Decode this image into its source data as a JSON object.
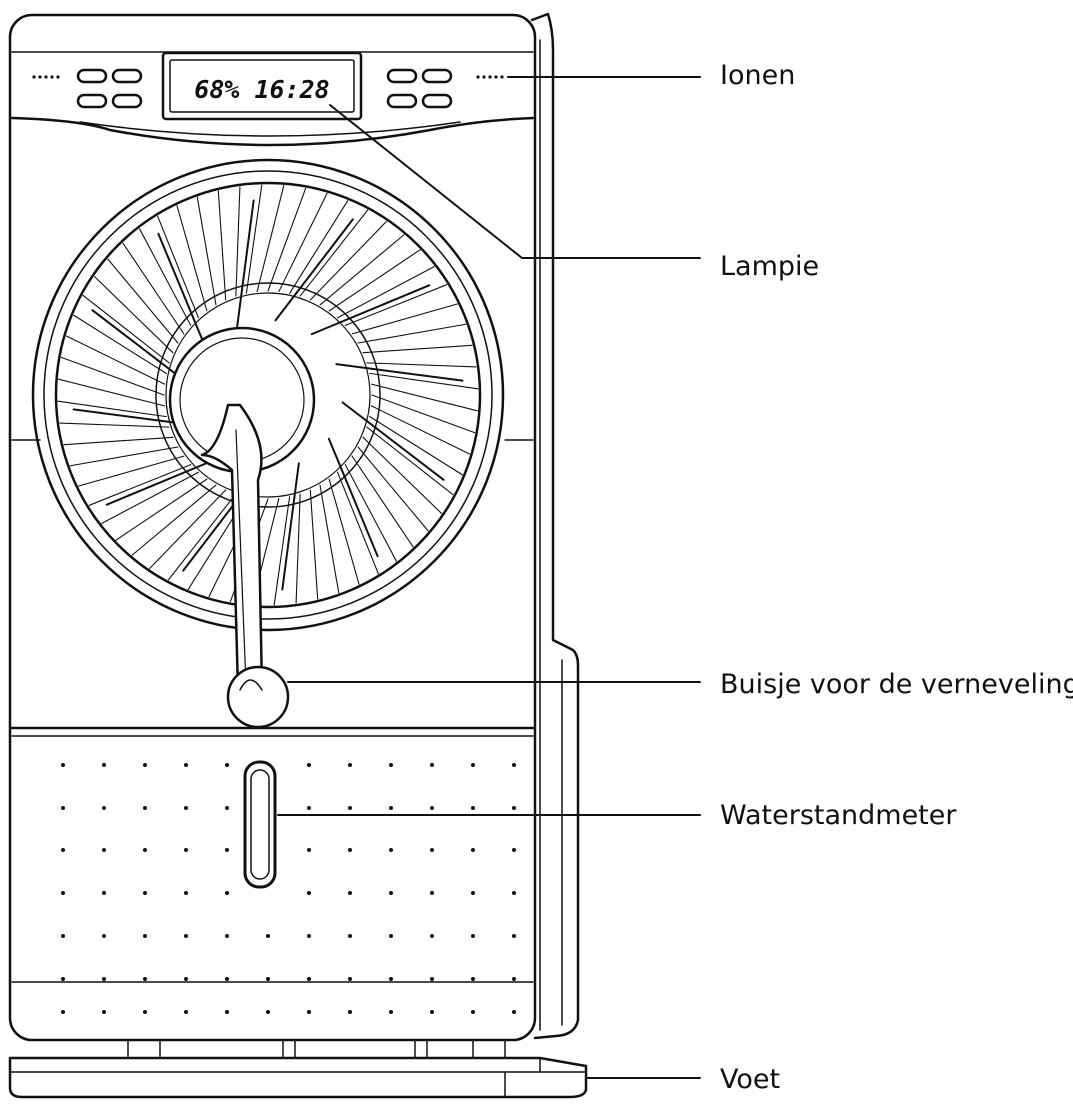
{
  "display": {
    "readout": "68% 16:28"
  },
  "callouts": {
    "ionen": "Ionen",
    "lampie": "Lampie",
    "buisje": "Buisje voor de verneveling",
    "waterstandmeter": "Waterstandmeter",
    "voet": "Voet"
  },
  "colors": {
    "line": "#111111",
    "background": "#ffffff"
  }
}
